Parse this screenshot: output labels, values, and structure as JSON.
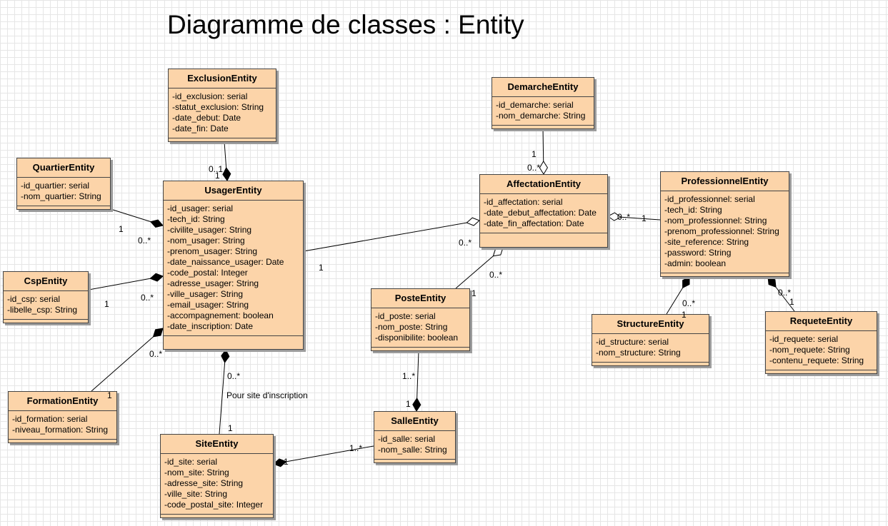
{
  "title": "Diagramme de classes : Entity",
  "classes": {
    "exclusion": {
      "name": "ExclusionEntity",
      "attrs": [
        "-id_exclusion: serial",
        "-statut_exclusion: String",
        "-date_debut: Date",
        "-date_fin: Date"
      ]
    },
    "quartier": {
      "name": "QuartierEntity",
      "attrs": [
        "-id_quartier: serial",
        "-nom_quartier: String"
      ]
    },
    "csp": {
      "name": "CspEntity",
      "attrs": [
        "-id_csp: serial",
        "-libelle_csp: String"
      ]
    },
    "formation": {
      "name": "FormationEntity",
      "attrs": [
        "-id_formation: serial",
        "-niveau_formation: String"
      ]
    },
    "usager": {
      "name": "UsagerEntity",
      "attrs": [
        "-id_usager: serial",
        "-tech_id: String",
        "-civilite_usager: String",
        "-nom_usager: String",
        "-prenom_usager: String",
        "-date_naissance_usager: Date",
        "-code_postal: Integer",
        "-adresse_usager: String",
        "-ville_usager: String",
        "-email_usager: String",
        "-accompagnement: boolean",
        "-date_inscription: Date"
      ]
    },
    "site": {
      "name": "SiteEntity",
      "attrs": [
        "-id_site: serial",
        "-nom_site: String",
        "-adresse_site: String",
        "-ville_site: String",
        "-code_postal_site: Integer"
      ]
    },
    "demarche": {
      "name": "DemarcheEntity",
      "attrs": [
        "-id_demarche: serial",
        "-nom_demarche: String"
      ]
    },
    "affectation": {
      "name": "AffectationEntity",
      "attrs": [
        "-id_affectation: serial",
        "-date_debut_affectation: Date",
        "-date_fin_affectation: Date"
      ]
    },
    "poste": {
      "name": "PosteEntity",
      "attrs": [
        "-id_poste: serial",
        "-nom_poste: String",
        "-disponibilite: boolean"
      ]
    },
    "salle": {
      "name": "SalleEntity",
      "attrs": [
        "-id_salle: serial",
        "-nom_salle: String"
      ]
    },
    "professionnel": {
      "name": "ProfessionnelEntity",
      "attrs": [
        "-id_professionnel: serial",
        "-tech_id: String",
        "-nom_professionnel: String",
        "-prenom_professionnel: String",
        "-site_reference: String",
        "-password: String",
        "-admin: boolean"
      ]
    },
    "structure": {
      "name": "StructureEntity",
      "attrs": [
        "-id_structure: serial",
        "-nom_structure: String"
      ]
    },
    "requete": {
      "name": "RequeteEntity",
      "attrs": [
        "-id_requete: serial",
        "-nom_requete: String",
        "-contenu_requete: String"
      ]
    }
  },
  "associations": [
    {
      "id": "exclusion-usager",
      "from": "exclusion",
      "to": "usager",
      "kind": "composition",
      "mult_from": "0..1",
      "mult_to": "1"
    },
    {
      "id": "quartier-usager",
      "from": "quartier",
      "to": "usager",
      "kind": "composition",
      "mult_from": "1",
      "mult_to": "0..*"
    },
    {
      "id": "csp-usager",
      "from": "csp",
      "to": "usager",
      "kind": "composition",
      "mult_from": "1",
      "mult_to": "0..*"
    },
    {
      "id": "formation-usager",
      "from": "formation",
      "to": "usager",
      "kind": "composition",
      "mult_from": "1",
      "mult_to": "0..*"
    },
    {
      "id": "site-usager",
      "from": "site",
      "to": "usager",
      "kind": "composition",
      "mult_from": "1",
      "mult_to": "0..*",
      "label": "Pour site d'inscription"
    },
    {
      "id": "usager-affectation",
      "from": "usager",
      "to": "affectation",
      "kind": "aggregation",
      "mult_from": "1",
      "mult_to": "0..*"
    },
    {
      "id": "demarche-affectation",
      "from": "demarche",
      "to": "affectation",
      "kind": "aggregation",
      "mult_from": "1",
      "mult_to": "0..*"
    },
    {
      "id": "poste-affectation",
      "from": "poste",
      "to": "affectation",
      "kind": "aggregation",
      "mult_from": "1",
      "mult_to": "0..*"
    },
    {
      "id": "professionnel-affectation",
      "from": "professionnel",
      "to": "affectation",
      "kind": "aggregation",
      "mult_from": "1",
      "mult_to": "0..*"
    },
    {
      "id": "poste-salle",
      "from": "poste",
      "to": "salle",
      "kind": "composition",
      "mult_from": "1..*",
      "mult_to": "1"
    },
    {
      "id": "salle-site",
      "from": "salle",
      "to": "site",
      "kind": "composition",
      "mult_from": "1..*",
      "mult_to": "1"
    },
    {
      "id": "structure-professionnel",
      "from": "structure",
      "to": "professionnel",
      "kind": "composition",
      "mult_from": "1",
      "mult_to": "0..*"
    },
    {
      "id": "requete-professionnel",
      "from": "requete",
      "to": "professionnel",
      "kind": "composition",
      "mult_from": "1",
      "mult_to": "0..*"
    }
  ]
}
